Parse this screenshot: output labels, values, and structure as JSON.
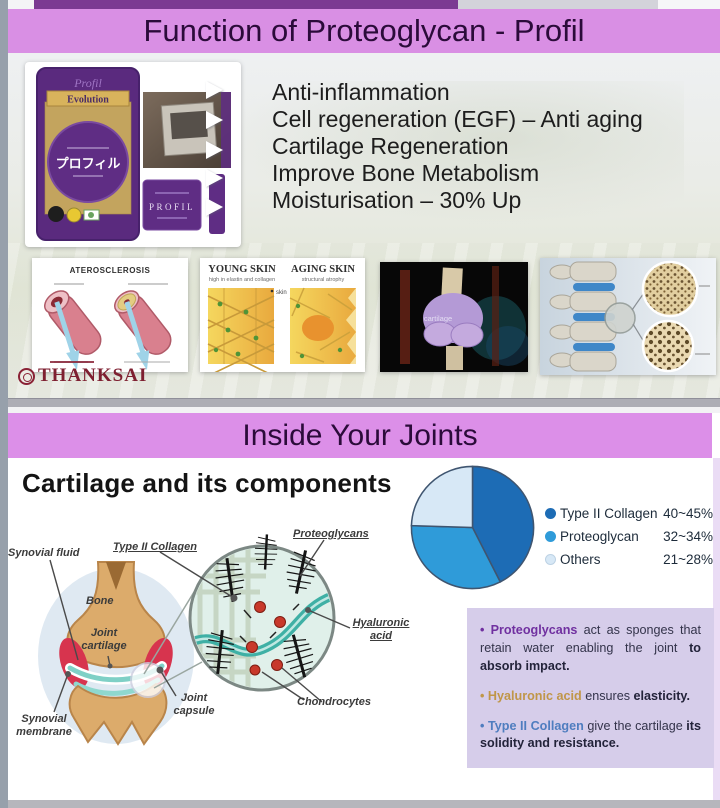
{
  "slide1": {
    "top_title": "Function of Proteoglycan - Profil",
    "bullets": [
      "Anti-inflammation",
      "Cell regeneration (EGF) – Anti aging",
      "Cartilage Regeneration",
      "Improve Bone Metabolism",
      "Moisturisation – 30% Up"
    ],
    "product": {
      "pouch_brand": "Profil",
      "pouch_ribbon": "Evolution",
      "pouch_jp": "プロフィル",
      "box_label": "PROFIL"
    },
    "cards": {
      "atherosclerosis_title": "ATEROSCLEROSIS",
      "young_skin_title": "YOUNG SKIN",
      "young_skin_sub": "high in elastin and collagen",
      "aging_skin_title": "AGING SKIN",
      "aging_skin_sub": "structural atrophy",
      "skin_label": "skin",
      "knee_caption": "cartilage"
    },
    "brand": "THANKSAI"
  },
  "slide2": {
    "banner_title": "Inside Your Joints",
    "heading": "Cartilage and its components",
    "legend": [
      {
        "label": "Type II Collagen",
        "value": "40~45%"
      },
      {
        "label": "Proteoglycan",
        "value": "32~34%"
      },
      {
        "label": "Others",
        "value": "21~28%"
      }
    ],
    "diagram": {
      "synovial_fluid": "Synovial fluid",
      "type_ii_collagen": "Type II Collagen",
      "proteoglycans": "Proteoglycans",
      "bone": "Bone",
      "joint_cartilage": "Joint cartilage",
      "joint_capsule": "Joint capsule",
      "chondrocytes": "Chondrocytes",
      "hyaluronic_acid": "Hyaluronic acid",
      "synovial_membrane": "Synovial membrane"
    },
    "infobox": {
      "b1": {
        "lead": "• Proteoglycans",
        "mid": " act as sponges that retain water enabling the joint ",
        "strong": "to absorb impact."
      },
      "b2": {
        "lead": "• Hyaluronic acid",
        "mid": " ensures ",
        "strong": "elasticity."
      },
      "b3": {
        "lead": "• Type II Collagen",
        "mid": " give the cartilage ",
        "strong": "its solidity and resistance."
      }
    }
  },
  "chart_data": {
    "type": "pie",
    "labels": [
      "Type II Collagen",
      "Proteoglycan",
      "Others"
    ],
    "value_ranges": [
      "40~45%",
      "32~34%",
      "21~28%"
    ],
    "values_pct": [
      42.5,
      33,
      24.5
    ],
    "colors": [
      "#1d6cb5",
      "#2f9bd9",
      "#d7e8f6"
    ],
    "legend_position": "right"
  }
}
